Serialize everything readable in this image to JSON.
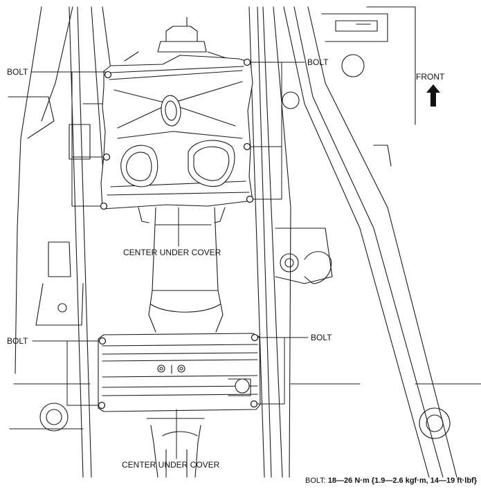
{
  "labels": {
    "bolt": "BOLT",
    "front": "FRONT",
    "center_under_cover": "CENTER UNDER COVER"
  },
  "torque_spec": {
    "prefix": "BOLT:",
    "value": "18—26 N·m {1.9—2.6 kgf·m, 14—19 ft·lbf}"
  },
  "colors": {
    "line": "#1a1a1a",
    "cover_fill": "#ffffff",
    "background": "#ffffff"
  },
  "icons": {
    "front_arrow": "arrow-up-icon",
    "bolt": "bolt-icon"
  }
}
